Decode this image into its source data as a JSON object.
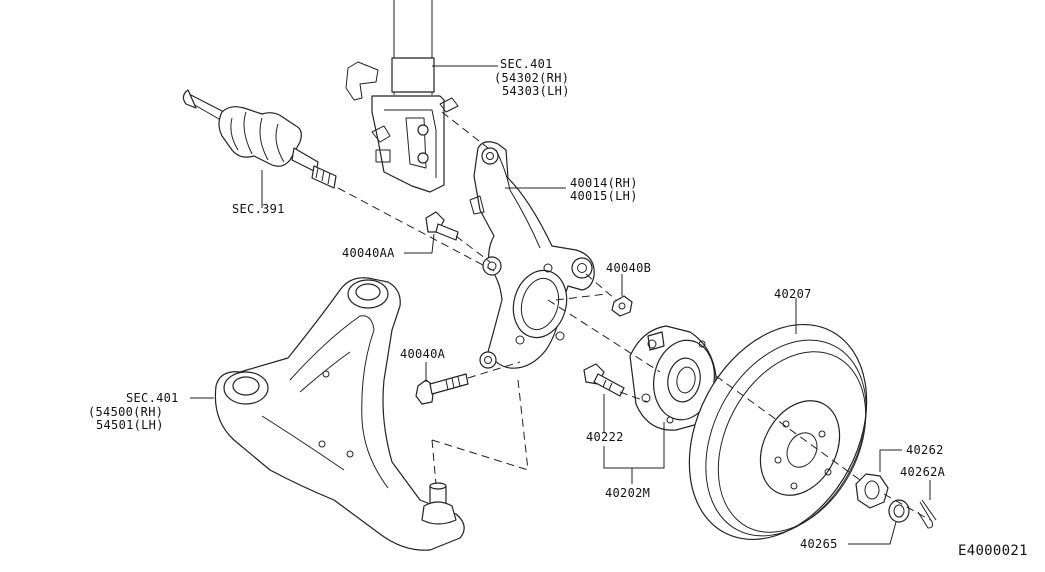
{
  "diagram": {
    "id_code": "E4000021",
    "callouts": {
      "strut_sec": "SEC.401",
      "strut_rh": "(54302(RH)",
      "strut_lh": "54303(LH)",
      "driveshaft_sec": "SEC.391",
      "knuckle_rh": "40014(RH)",
      "knuckle_lh": "40015(LH)",
      "bolt_aa": "40040AA",
      "nut_b": "40040B",
      "rotor": "40207",
      "bolt_a": "40040A",
      "arm_sec": "SEC.401",
      "arm_rh": "(54500(RH)",
      "arm_lh": "54501(LH)",
      "hub_bolt": "40222",
      "hub_assembly": "40202M",
      "hub_nut": "40262",
      "cotter_pin": "40262A",
      "nut_cap": "40265"
    }
  }
}
